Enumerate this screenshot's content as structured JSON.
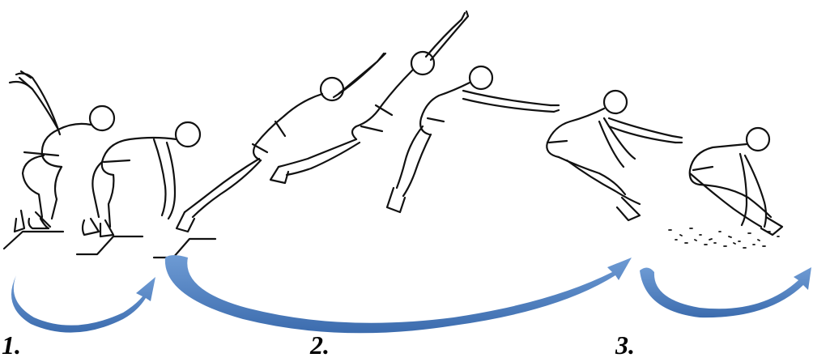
{
  "phases": [
    {
      "label": "1."
    },
    {
      "label": "2."
    },
    {
      "label": "3."
    }
  ],
  "colors": {
    "arrow": "#4F7FBF",
    "arrow_dark": "#2F5C99",
    "ink": "#111111"
  },
  "icons": [
    "crouch-figure",
    "takeoff-figure",
    "flight-figure",
    "landing-figure",
    "sand-pit"
  ]
}
